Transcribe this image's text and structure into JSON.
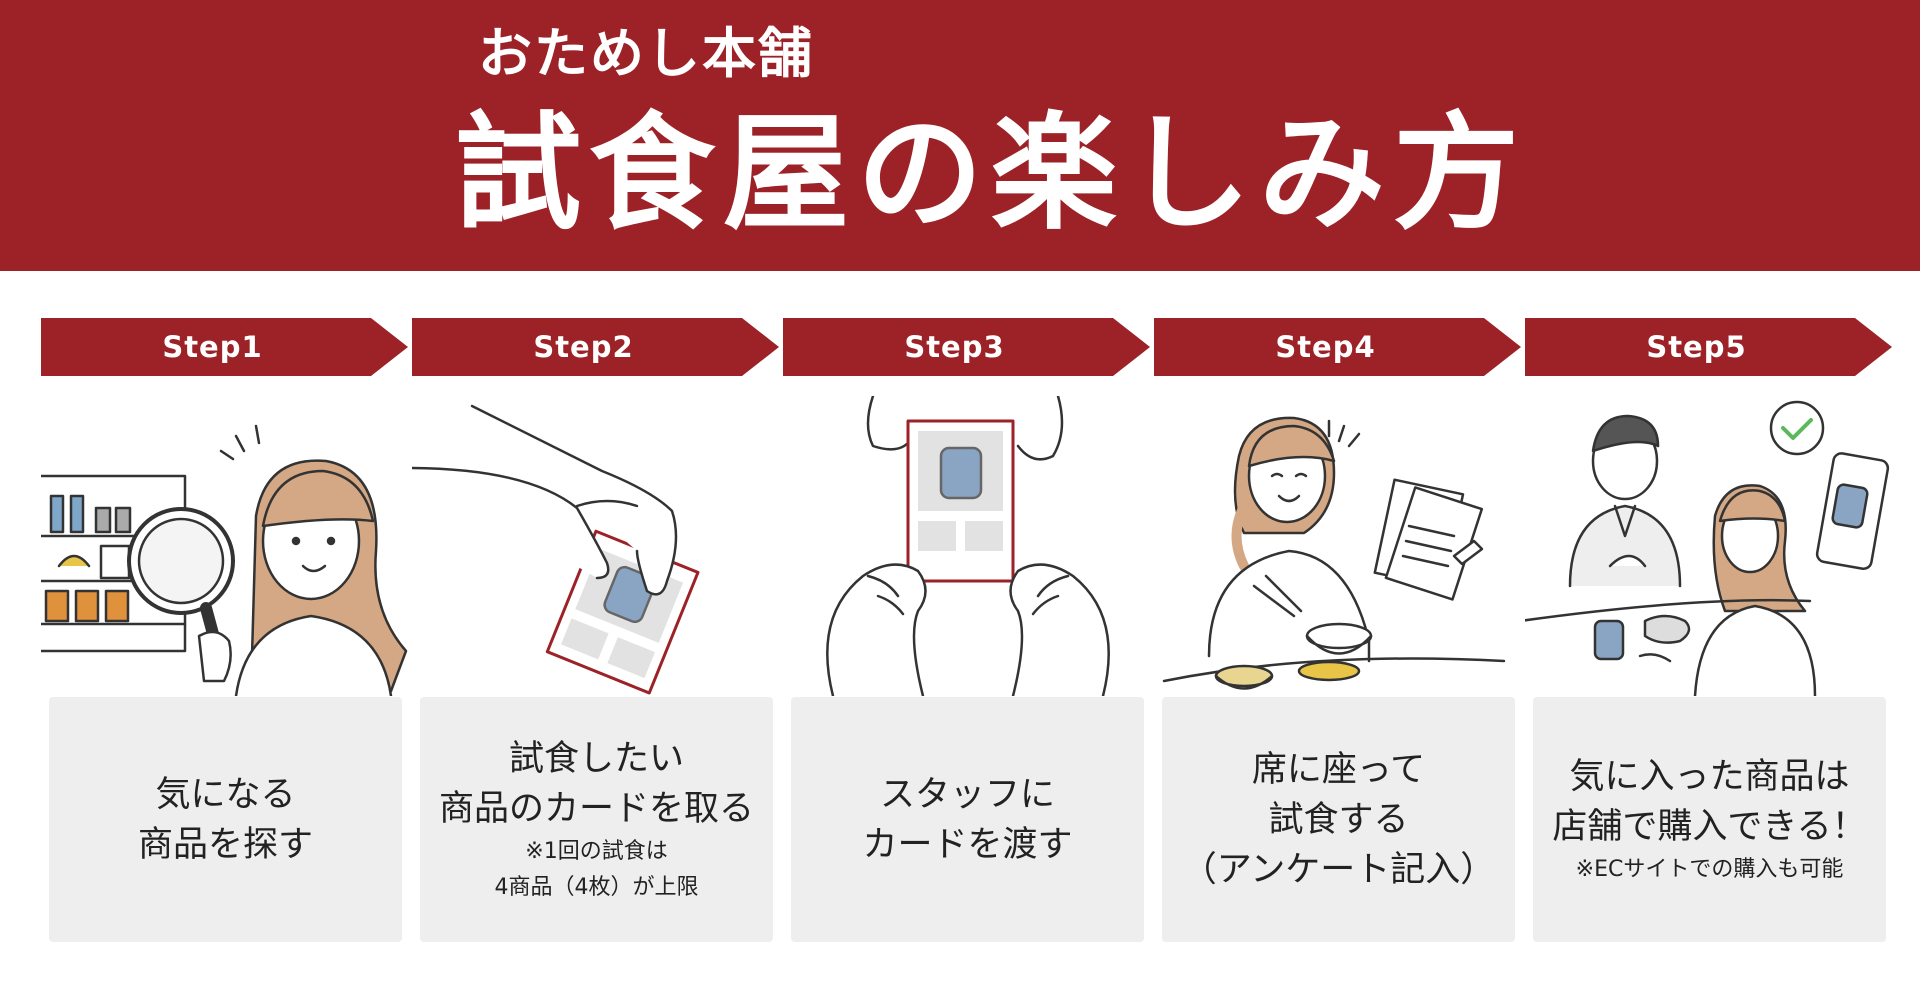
{
  "header": {
    "subtitle": "おためし本舗",
    "title": "試食屋の楽しみ方"
  },
  "colors": {
    "brand": "#9c2227",
    "card_bg": "#eeeeee",
    "skin": "#d4a884",
    "line": "#333333"
  },
  "steps": [
    {
      "label": "Step1",
      "lines": [
        "気になる",
        "商品を探す"
      ],
      "notes": [],
      "icon": "shelf-magnifier-icon"
    },
    {
      "label": "Step2",
      "lines": [
        "試食したい",
        "商品のカードを取る"
      ],
      "notes": [
        "※1回の試食は",
        "4商品（4枚）が上限"
      ],
      "icon": "hand-card-icon"
    },
    {
      "label": "Step3",
      "lines": [
        "スタッフに",
        "カードを渡す"
      ],
      "notes": [],
      "icon": "handover-card-icon"
    },
    {
      "label": "Step4",
      "lines": [
        "席に座って",
        "試食する",
        "（アンケート記入）"
      ],
      "notes": [],
      "icon": "tasting-survey-icon"
    },
    {
      "label": "Step5",
      "lines": [
        "気に入った商品は",
        "店舗で購入できる！"
      ],
      "notes": [
        "※ECサイトでの購入も可能"
      ],
      "icon": "purchase-phone-icon"
    }
  ]
}
